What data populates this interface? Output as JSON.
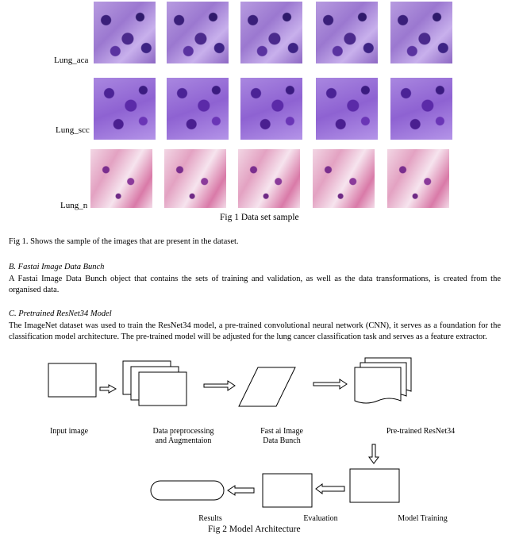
{
  "dataset_figure": {
    "rows": [
      {
        "label": "Lung_aca",
        "tiles": 5,
        "stain": "purple"
      },
      {
        "label": "Lung_scc",
        "tiles": 5,
        "stain": "violet"
      },
      {
        "label": "Lung_n",
        "tiles": 5,
        "stain": "pink"
      }
    ],
    "caption": "Fig 1 Data set sample"
  },
  "text": {
    "fig1_note": "Fig 1. Shows the sample of the images that are present in the dataset.",
    "section_b_heading": "B.  Fastai Image Data Bunch",
    "section_b_body": "A Fastai Image Data Bunch  object that contains the sets of training and validation, as well as the data transformations, is created from the organised data.",
    "section_c_heading": "C.  Pretrained ResNet34 Model",
    "section_c_body": "The ImageNet dataset was used to train the ResNet34 model, a pre-trained convolutional neural network (CNN), it serves as a foundation for the classification model architecture. The pre-trained model will be adjusted for the lung cancer classification task and serves as a feature extractor."
  },
  "architecture": {
    "input_image": "Input image",
    "preprocessing_line1": "Data preprocessing",
    "preprocessing_line2": "and Augmentaion",
    "databunch_line1": "Fast ai Image",
    "databunch_line2": "Data Bunch",
    "pretrained": "Pre-trained ResNet34",
    "results": "Results",
    "evaluation": "Evaluation",
    "model_training": "Model Training",
    "caption": "Fig 2 Model Architecture"
  }
}
